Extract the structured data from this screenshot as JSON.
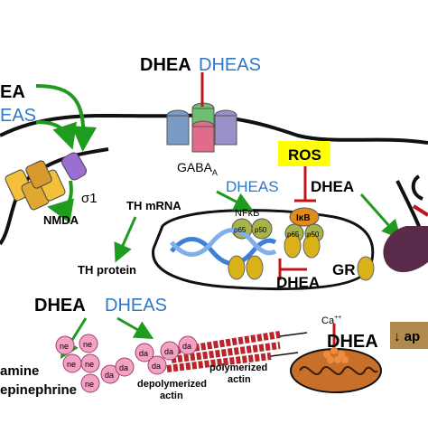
{
  "labels": {
    "dhea_top": "DHEA",
    "dheas_top": "DHEAS",
    "ea_left": "EA",
    "eas_left": "EAS",
    "gaba_a": "GABA",
    "gaba_sub": "A",
    "ros": "ROS",
    "dheas_mid": "DHEAS",
    "dhea_mid": "DHEA",
    "sigma": "σ1",
    "nmda": "NMDA",
    "th_mrna": "TH mRNA",
    "nfkb": "NFκB",
    "ikb": "IκB",
    "p65_a": "p65",
    "p50_a": "p50",
    "p65_b": "p65",
    "p50_b": "p50",
    "th_protein": "TH protein",
    "dhea_nucleus": "DHEA",
    "gr": "GR",
    "dhea_bottom": "DHEA",
    "dheas_bottom": "DHEAS",
    "ca": "Ca",
    "ca_sup": "++",
    "dhea_mito": "DHEA",
    "apoptosis_box": "↓ ap",
    "depolymerized": "depolymerized",
    "actin_1": "actin",
    "polymerized": "polymerized",
    "actin_2": "actin",
    "dopamine": "amine",
    "norepinephrine": "epinephrine",
    "ne_1": "ne",
    "ne_2": "ne",
    "ne_3": "ne",
    "ne_4": "ne",
    "ne_5": "ne",
    "da_1": "da",
    "da_2": "da",
    "da_3": "da",
    "da_4": "da",
    "da_5": "da",
    "da_6": "da"
  },
  "colors": {
    "dhea_text": "#000000",
    "dheas_text": "#2f77c8",
    "arrow_green": "#1f9b1f",
    "inhibit_red": "#c0141b",
    "ros_box": "#ffff00",
    "cell_membrane": "#111111",
    "gaba_receptor": [
      "#7a9bc4",
      "#6fbf73",
      "#e06b8a",
      "#9a8fc9"
    ],
    "nmda_receptor": "#f3c03a",
    "sigma_receptor": "#9b6fd1",
    "nfkb": "#a9b34a",
    "ikb": "#e38a1e",
    "gr_ovals": "#d9b21a",
    "dna_blue": "#3f7fd6",
    "vesicle_pink": "#f2a2c2",
    "actin_red": "#b9252d",
    "mitochondrion": "#c8702a",
    "purple_protein": "#5a2a4a",
    "box_brown": "#b08a4f"
  }
}
